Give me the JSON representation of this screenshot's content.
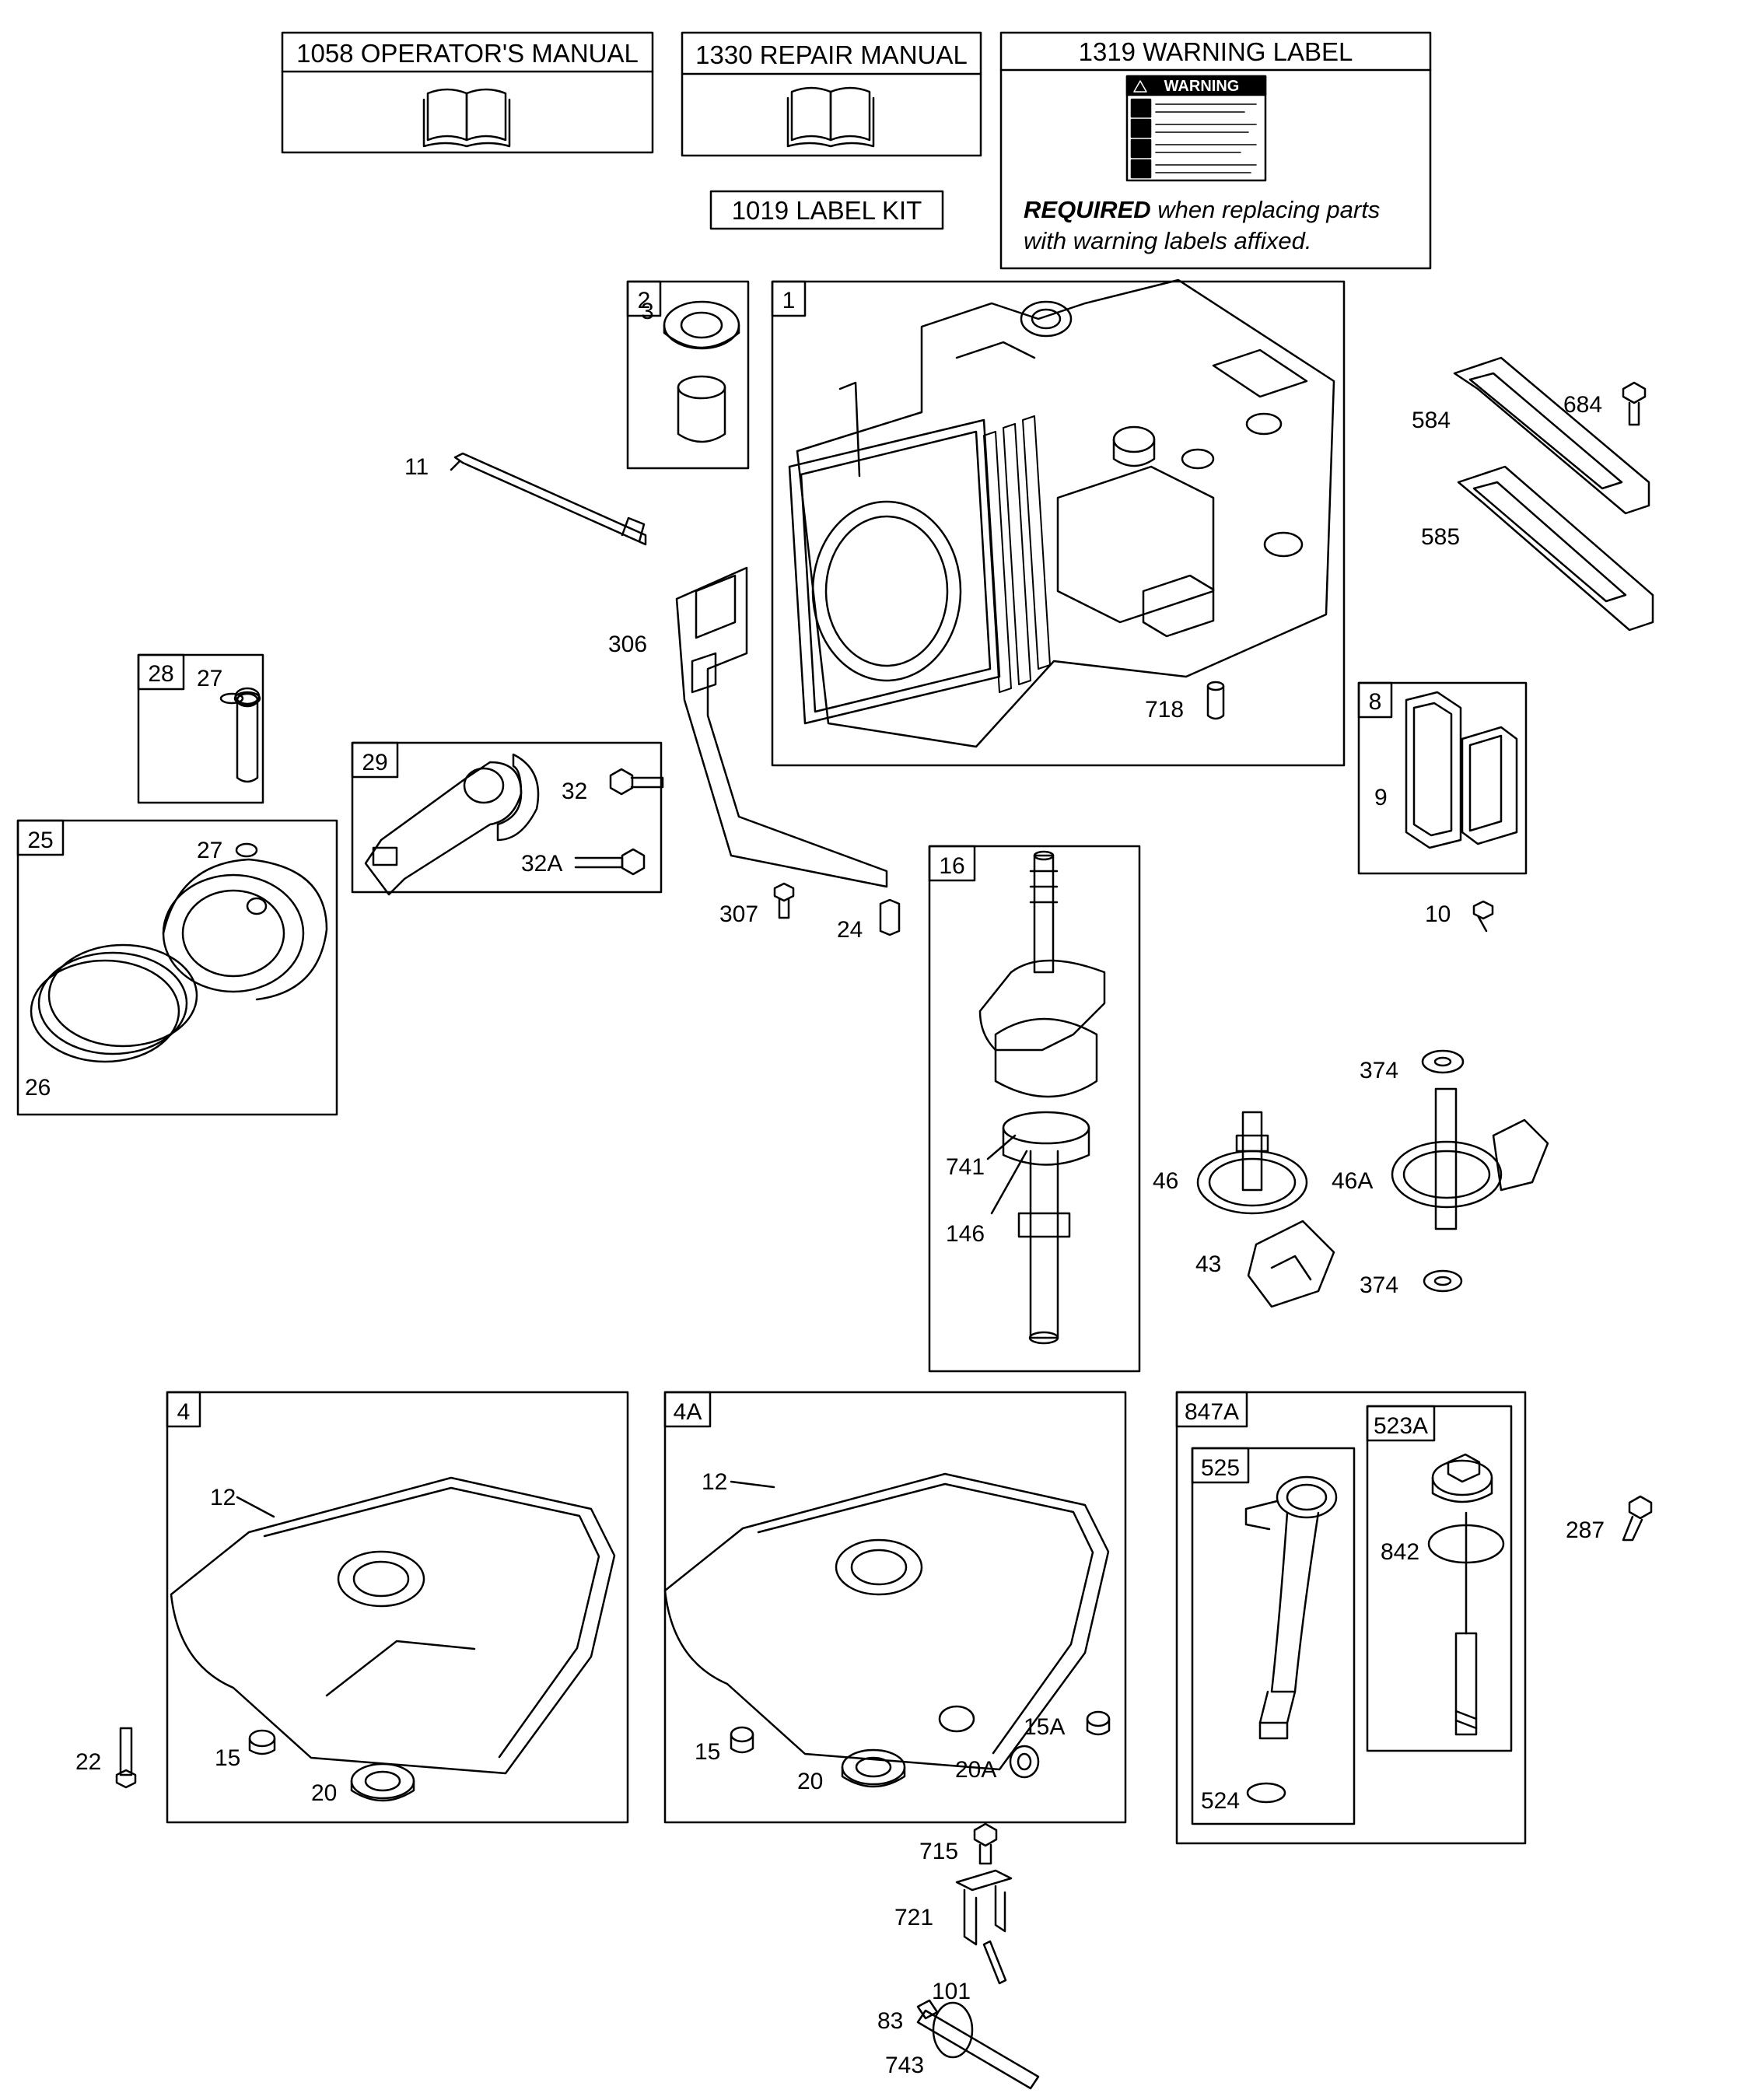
{
  "header": {
    "operators_manual": "1058 OPERATOR'S MANUAL",
    "repair_manual": "1330 REPAIR MANUAL",
    "warning_label": "1319 WARNING LABEL",
    "label_kit": "1019 LABEL KIT",
    "warning_word": "WARNING",
    "required_bold": "REQUIRED",
    "required_rest": " when replacing parts",
    "required_line2": "with warning labels affixed."
  },
  "boxes": {
    "b2": "2",
    "b1": "1",
    "b28": "28",
    "b29": "29",
    "b25": "25",
    "b8": "8",
    "b16": "16",
    "b4": "4",
    "b4A": "4A",
    "b847A": "847A",
    "b525": "525",
    "b523A": "523A"
  },
  "parts": {
    "p3": "3",
    "p11": "11",
    "p584": "584",
    "p684": "684",
    "p585": "585",
    "p306": "306",
    "p718": "718",
    "p27a": "27",
    "p27b": "27",
    "p32": "32",
    "p32A": "32A",
    "p9": "9",
    "p10": "10",
    "p307": "307",
    "p24": "24",
    "p26": "26",
    "p374a": "374",
    "p374b": "374",
    "p741": "741",
    "p146": "146",
    "p46": "46",
    "p46A": "46A",
    "p43": "43",
    "p12a": "12",
    "p12b": "12",
    "p287": "287",
    "p842": "842",
    "p15a": "15",
    "p15b": "15",
    "p15A": "15A",
    "p20a": "20",
    "p20b": "20",
    "p20A": "20A",
    "p22": "22",
    "p524": "524",
    "p715": "715",
    "p721": "721",
    "p101": "101",
    "p83": "83",
    "p743": "743"
  }
}
